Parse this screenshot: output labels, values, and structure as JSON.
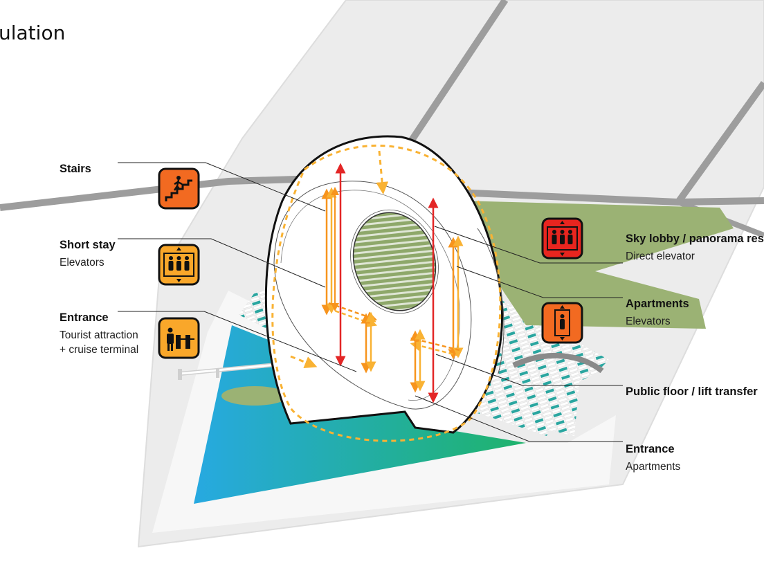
{
  "title": "ulation",
  "labels": {
    "stairs": "Stairs",
    "short_stay": {
      "title": "Short stay",
      "sub": "Elevators"
    },
    "entrance_tourist": {
      "title": "Entrance",
      "sub1": "Tourist attraction",
      "sub2": "+ cruise terminal"
    },
    "sky_lobby": {
      "title": "Sky lobby / panorama rest",
      "sub": "Direct elevator"
    },
    "apartments": {
      "title": "Apartments",
      "sub": "Elevators"
    },
    "public_floor": {
      "title": "Public floor / lift transfer"
    },
    "entrance_apartments": {
      "title": "Entrance",
      "sub": "Apartments"
    }
  },
  "icons": {
    "stairs": {
      "name": "stairs-icon",
      "color": "#f26a21"
    },
    "short_stay": {
      "name": "group-elevator-icon",
      "color": "#f9a72a"
    },
    "entrance": {
      "name": "turnstile-entrance-icon",
      "color": "#f9a72a"
    },
    "sky_lobby": {
      "name": "group-elevator-icon",
      "color": "#e8251f"
    },
    "apartments": {
      "name": "single-elevator-icon",
      "color": "#f26a21"
    }
  },
  "colors": {
    "red_route": "#e32626",
    "orange_route": "#f7941d",
    "light_orange_route": "#f9b233",
    "grass": "#9bb274",
    "ground": "#ececec",
    "water_start": "#27a9e1",
    "water_end": "#1fb36b"
  }
}
